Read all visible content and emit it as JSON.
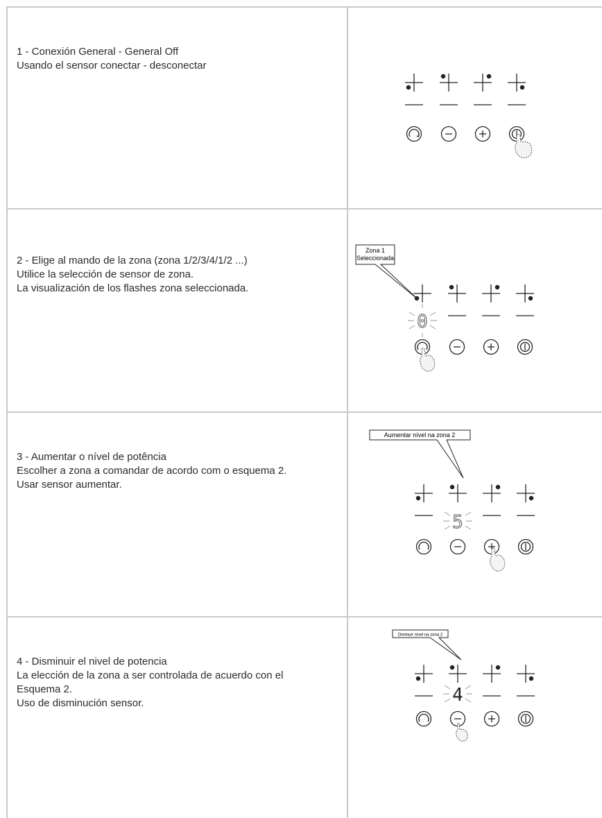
{
  "rows": [
    {
      "lines": [
        "1 - Conexión General - General Off",
        "Usando el sensor conectar - desconectar"
      ]
    },
    {
      "lines": [
        "2 - Elige al mando de la zona (zona 1/2/3/4/1/2 ...)",
        "Utilice la selección de sensor de zona.",
        "La visualización de los flashes zona seleccionada."
      ],
      "callout": [
        "Zona 1",
        "Seleccionada"
      ],
      "display_digit": "0"
    },
    {
      "lines": [
        "3 - Aumentar o nível de potência",
        "Escolher a zona a comandar de acordo com o esquema 2.",
        "Usar sensor aumentar."
      ],
      "callout": [
        "Aumentar nível na zona 2"
      ],
      "display_digit": "5"
    },
    {
      "lines": [
        "4 - Disminuir el nivel de potencia",
        "La elección de la zona a ser controlada de acuerdo con el",
        "Esquema 2.",
        "Uso de disminución sensor."
      ],
      "callout": [
        "Diminuir nível na zona 2"
      ],
      "display_digit": "4"
    }
  ],
  "icons": {
    "zones": [
      "zone-1-front-left-icon",
      "zone-2-rear-left-icon",
      "zone-3-rear-right-icon",
      "zone-4-front-right-icon"
    ],
    "buttons": [
      "zone-select-icon",
      "minus-icon",
      "plus-icon",
      "power-icon"
    ],
    "pointer": "hand-pointer-icon"
  }
}
